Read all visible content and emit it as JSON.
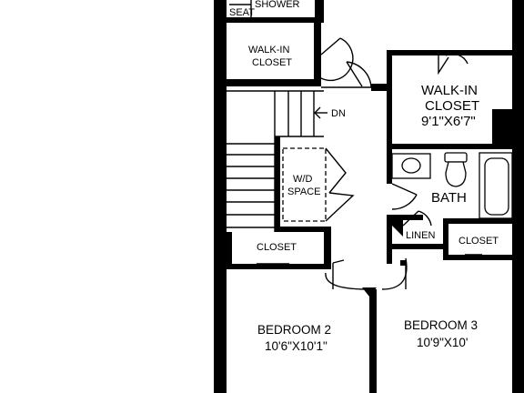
{
  "rooms": {
    "shower": "SHOWER",
    "seat": "SEAT",
    "walkin_left": {
      "line1": "WALK-IN",
      "line2": "CLOSET"
    },
    "walkin_right": {
      "line1": "WALK-IN",
      "line2": "CLOSET",
      "dims": "9'1\"X6'7\""
    },
    "stairs": "DN",
    "wd": {
      "line1": "W/D",
      "line2": "SPACE"
    },
    "bath": "BATH",
    "linen": "LINEN",
    "closet_left": "CLOSET",
    "closet_right": "CLOSET",
    "bedroom2": {
      "name": "BEDROOM 2",
      "dims": "10'6\"X10'1\""
    },
    "bedroom3": {
      "name": "BEDROOM 3",
      "dims": "10'9\"X10'"
    }
  }
}
